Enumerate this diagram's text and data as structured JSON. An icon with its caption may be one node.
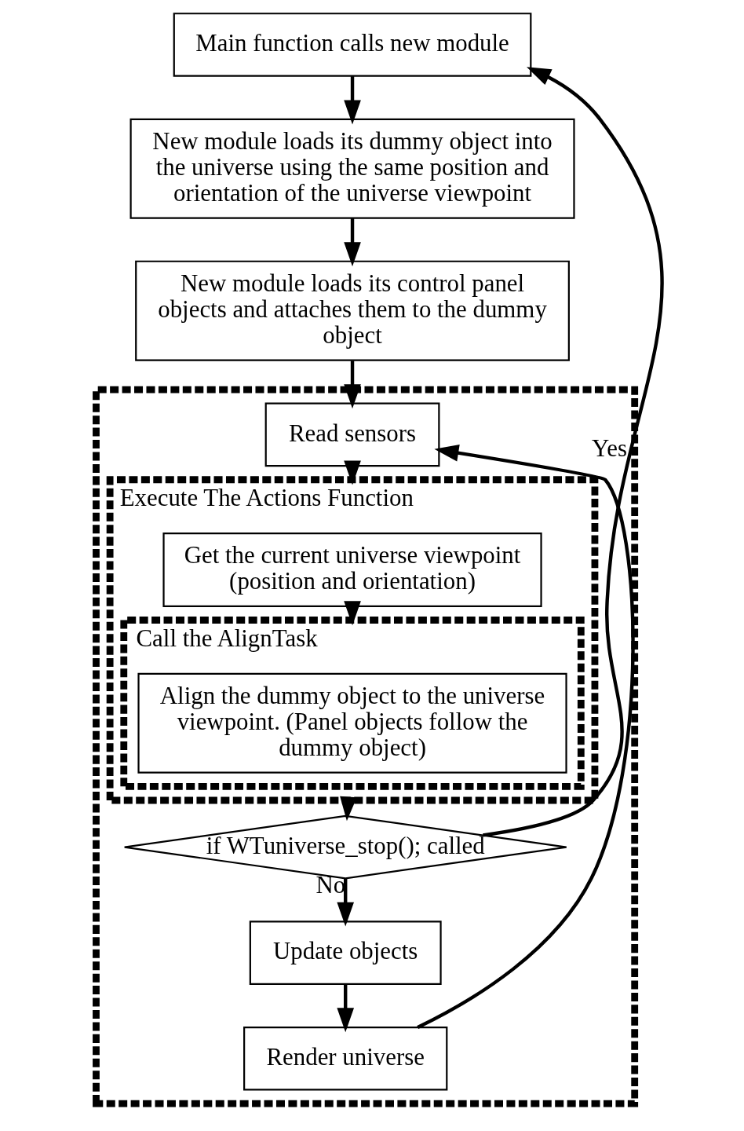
{
  "diagram": {
    "nodes": [
      {
        "text": [
          "Main function calls new module"
        ]
      },
      {
        "text": [
          "New module loads its dummy object into the universe using the same position and orientation of the universe viewpoint"
        ]
      },
      {
        "text": [
          "New module loads its control panel objects and attaches them to the dummy object"
        ]
      },
      {
        "text": [],
        "shape": "box"
      },
      {
        "text": [
          "Read sensors"
        ],
        "in": 3
      },
      {
        "text": [
          "Execute The Actions Function"
        ],
        "in": 3
      },
      {
        "text": [
          "Get the current universe viewpoint (position and orientation)"
        ],
        "in": 5
      },
      {
        "text": [
          "Call the AlignTask"
        ],
        "in": 5
      },
      {
        "text": [
          "Align the dummy object to the universe viewpoint. (Panel objects follow the dummy object)"
        ],
        "in": 7
      },
      {
        "text": [
          "if WTuniverse_stop(); called"
        ],
        "in": 3
      },
      {
        "text": [
          "Update objects"
        ],
        "in": 3
      },
      {
        "text": [
          "Render universe"
        ],
        "in": 3
      }
    ],
    "edges": [
      {
        "from": 0,
        "to": 1,
        "arrow": "to"
      },
      {
        "from": 1,
        "to": 2,
        "arrow": "to"
      },
      {
        "from": 2,
        "to": 4,
        "arrow": "to"
      },
      {
        "from": 4,
        "to": 5,
        "arrow": "to"
      },
      {
        "from": 6,
        "to": 7,
        "arrow": "to"
      },
      {
        "from": 5,
        "to": 9,
        "arrow": "to"
      },
      {
        "from": 9,
        "to": 0,
        "arrow": "to",
        "label": "Yes"
      },
      {
        "from": 9,
        "to": 10,
        "arrow": "to",
        "label": "No"
      },
      {
        "from": 10,
        "to": 11,
        "arrow": "to"
      },
      {
        "from": 11,
        "to": 4,
        "arrow": "to"
      }
    ]
  }
}
